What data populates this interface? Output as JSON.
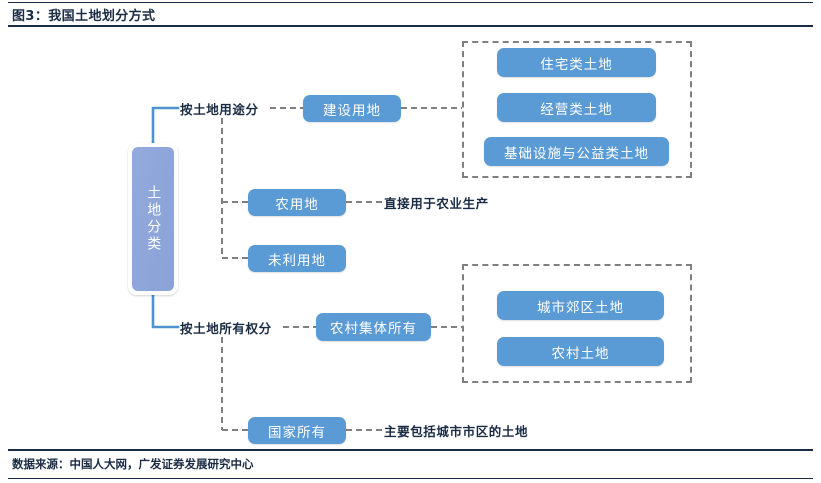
{
  "figure": {
    "title": "图3：我国土地划分方式",
    "source": "数据来源：中国人大网，广发证券发展研究中心"
  },
  "colors": {
    "pill_fill": "#5B9BD5",
    "root_fill": "#8FAADC",
    "connector_blue": "#4E93CE",
    "dashed_gray": "#7F7F7F",
    "rule_navy": "#1A2B44",
    "text_on_pill": "#FFFFFF"
  },
  "diagram": {
    "type": "tree",
    "root": {
      "label": "土地分类",
      "orientation": "vertical-text"
    },
    "branches": [
      {
        "id": "by-use",
        "label": "按土地用途分",
        "children": [
          {
            "id": "construction-land",
            "label": "建设用地",
            "group": {
              "id": "construction-group",
              "style": "dashed-frame",
              "items": [
                {
                  "id": "residential-land",
                  "label": "住宅类土地"
                },
                {
                  "id": "commercial-land",
                  "label": "经营类土地"
                },
                {
                  "id": "infrastructure-public-welfare-land",
                  "label": "基础设施与公益类土地"
                }
              ]
            }
          },
          {
            "id": "agricultural-land",
            "label": "农用地",
            "note": "直接用于农业生产"
          },
          {
            "id": "unused-land",
            "label": "未利用地",
            "note": ""
          }
        ]
      },
      {
        "id": "by-ownership",
        "label": "按土地所有权分",
        "children": [
          {
            "id": "rural-collective-ownership",
            "label": "农村集体所有",
            "group": {
              "id": "collective-group",
              "style": "dashed-frame",
              "items": [
                {
                  "id": "suburban-land",
                  "label": "城市郊区土地"
                },
                {
                  "id": "rural-land",
                  "label": "农村土地"
                }
              ]
            }
          },
          {
            "id": "state-ownership",
            "label": "国家所有",
            "note": "主要包括城市市区的土地"
          }
        ]
      }
    ]
  }
}
